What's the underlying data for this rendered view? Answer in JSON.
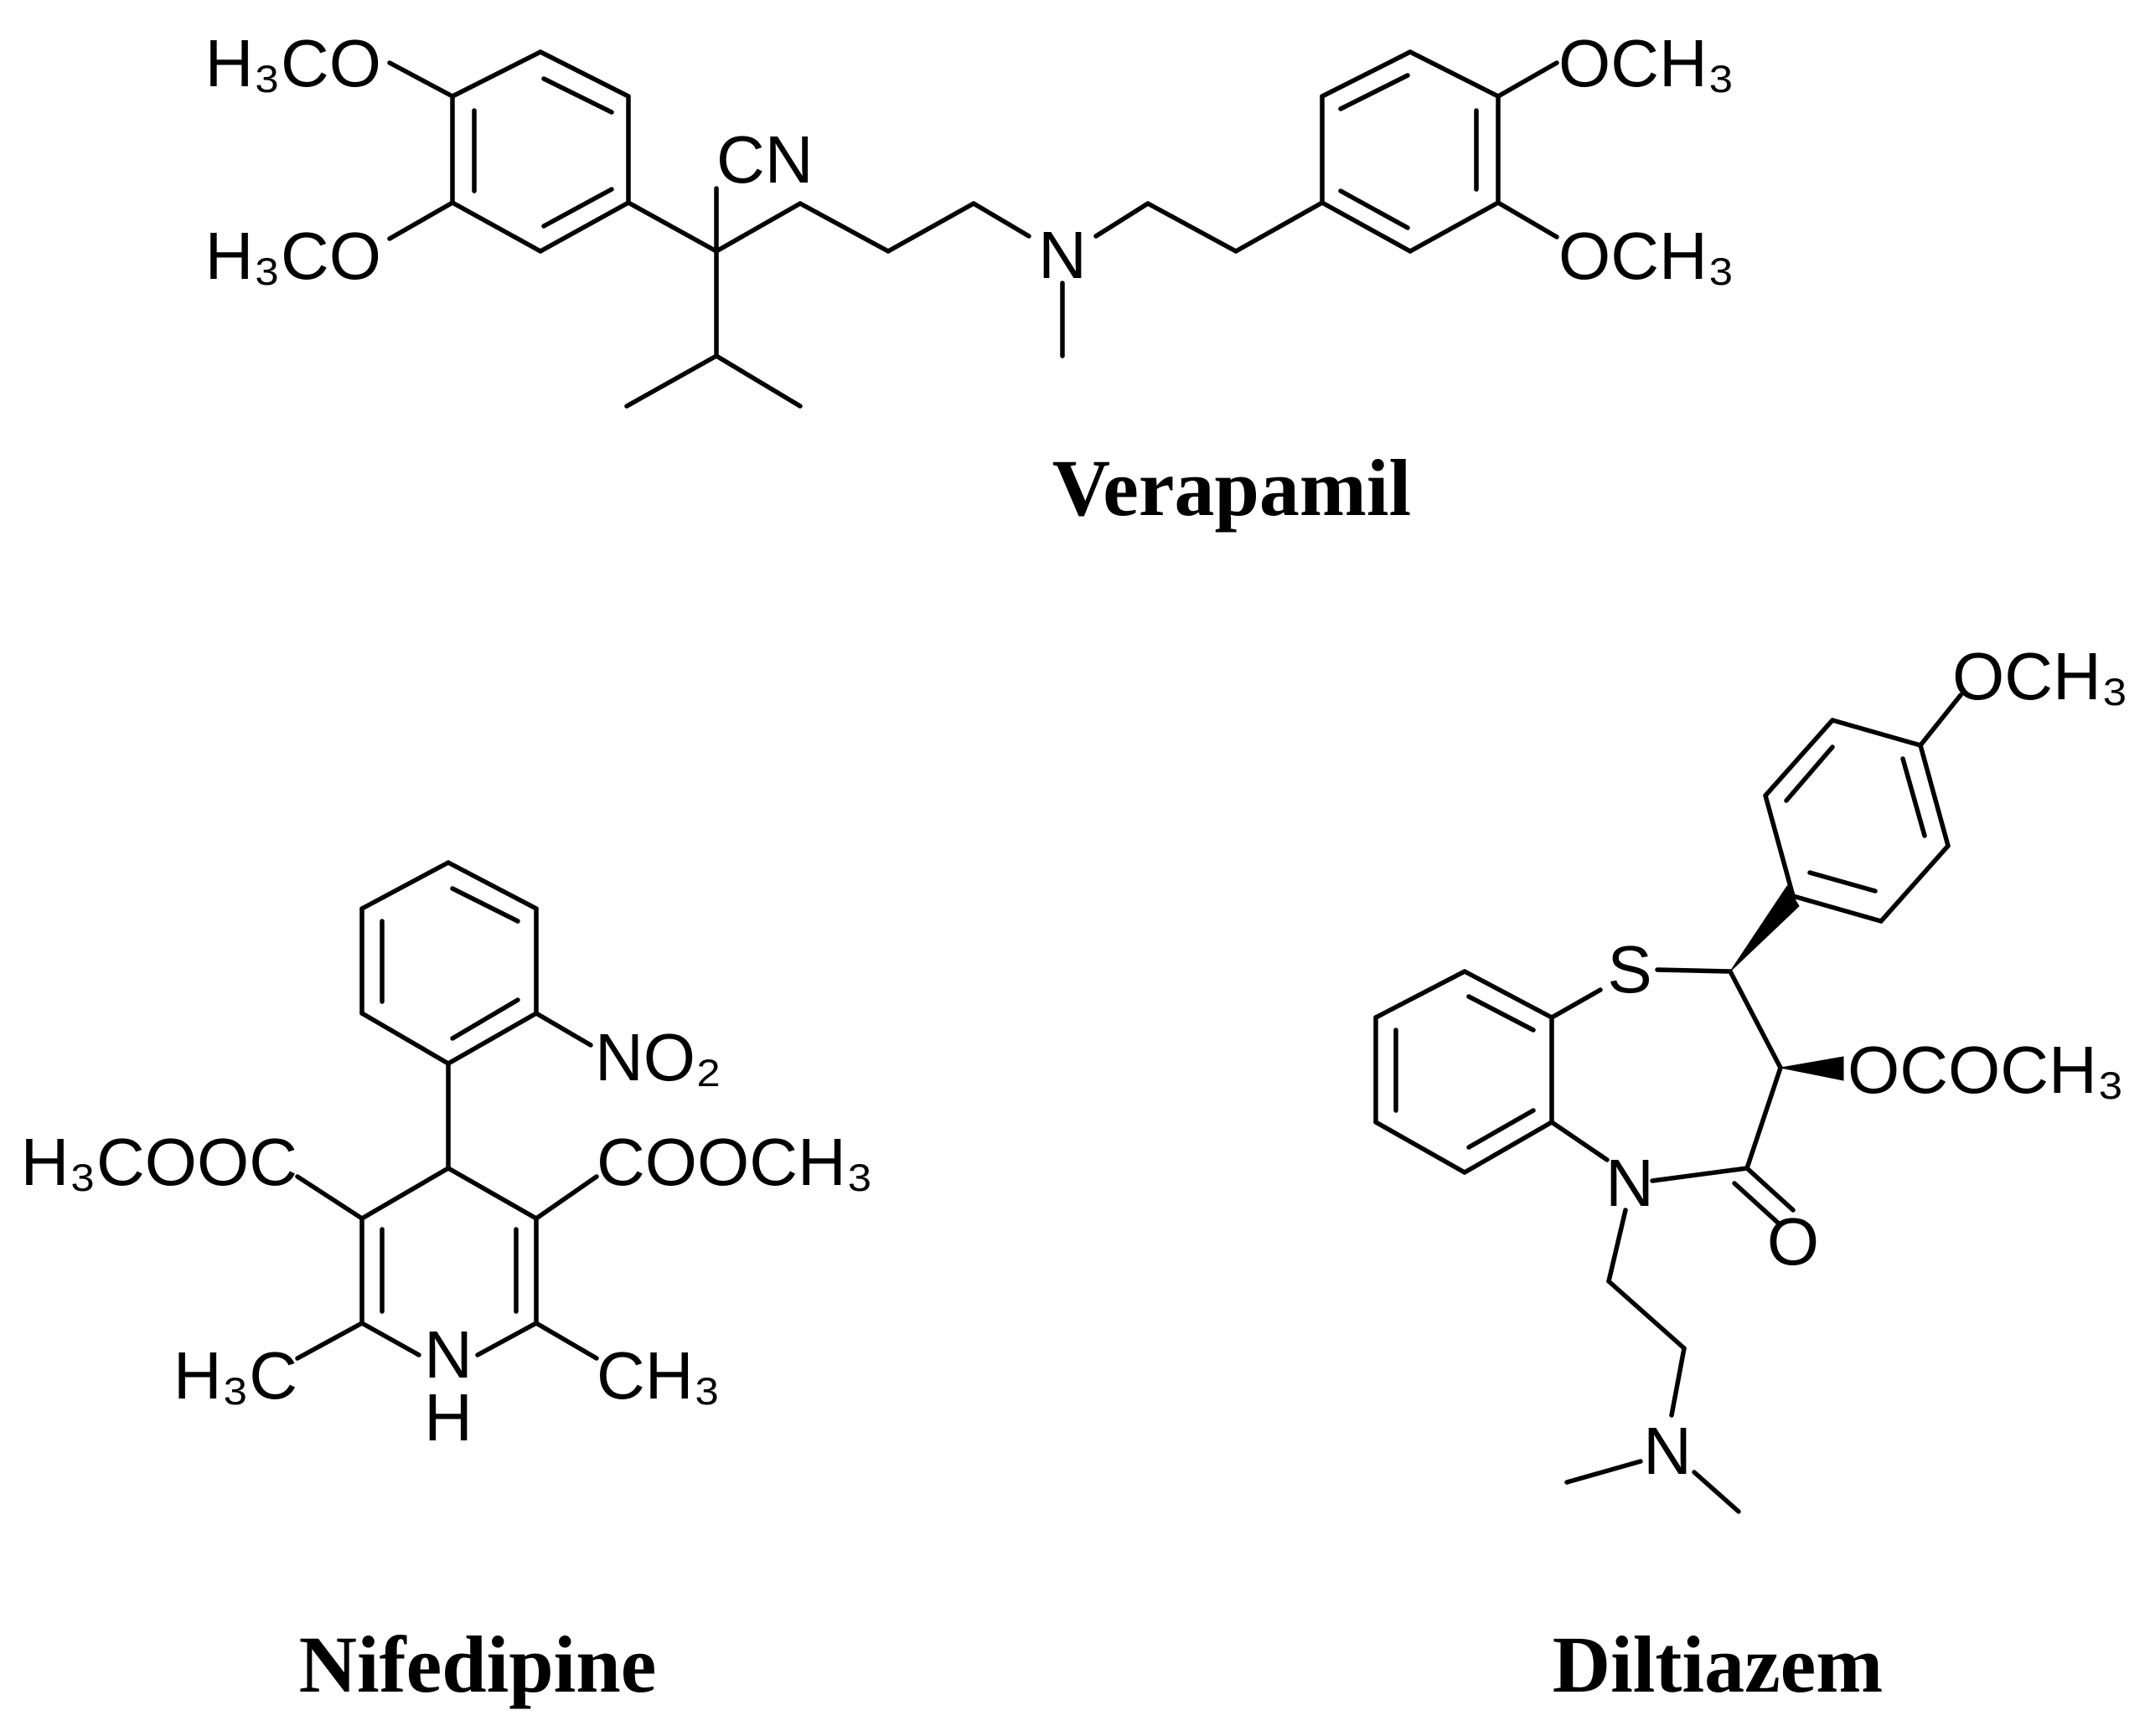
{
  "molecules": [
    {
      "name": "Verapamil",
      "labels": [
        "H₃CO",
        "H₃CO",
        "CN",
        "N",
        "OCH₃",
        "OCH₃"
      ]
    },
    {
      "name": "Nifedipine",
      "labels": [
        "NO₂",
        "H₃COOC",
        "COOCH₃",
        "H₃C",
        "N",
        "H",
        "CH₃"
      ]
    },
    {
      "name": "Diltiazem",
      "labels": [
        "OCH₃",
        "S",
        "OCOCH₃",
        "N",
        "O",
        "N"
      ]
    }
  ]
}
